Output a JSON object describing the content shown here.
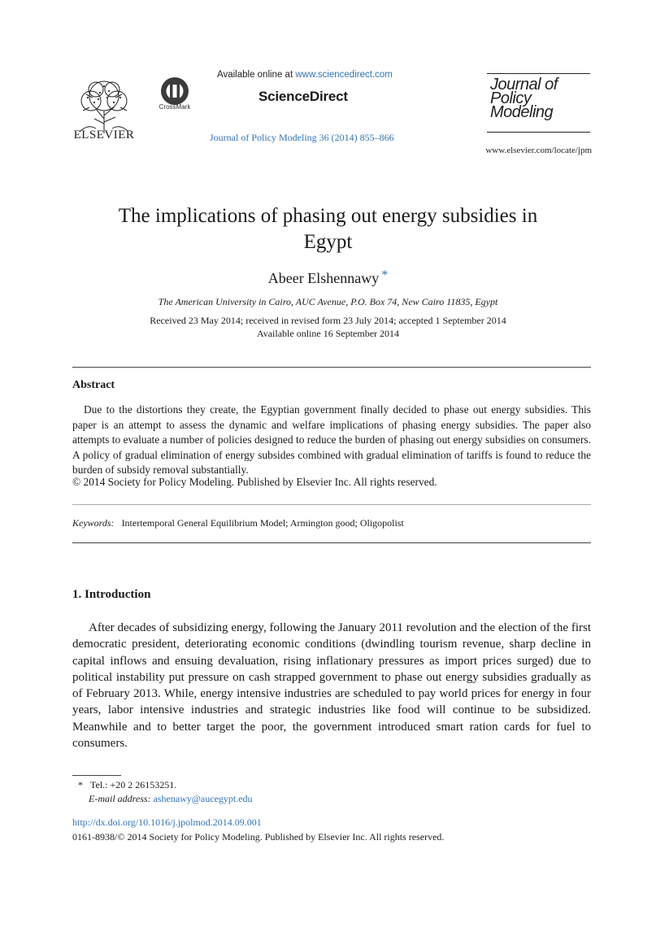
{
  "header": {
    "publisher_logo_text": "ELSEVIER",
    "crossmark_label": "CrossMark",
    "available_online_prefix": "Available online at",
    "available_online_link": "www.sciencedirect.com",
    "platform_name": "ScienceDirect",
    "journal_reference": "Journal of Policy Modeling 36 (2014) 855–866",
    "journal_logo_lines": [
      "Journal of",
      "Policy",
      "Modeling"
    ],
    "journal_url": "www.elsevier.com/locate/jpm"
  },
  "article": {
    "title_line1": "The implications of phasing out energy subsidies in",
    "title_line2": "Egypt",
    "author": "Abeer Elshennawy",
    "author_mark": "*",
    "affiliation": "The American University in Cairo, AUC Avenue, P.O. Box 74, New Cairo 11835, Egypt",
    "dates_line1": "Received 23 May 2014; received in revised form 23 July 2014; accepted 1 September 2014",
    "dates_line2": "Available online 16 September 2014"
  },
  "abstract": {
    "heading": "Abstract",
    "text": "Due to the distortions they create, the Egyptian government finally decided to phase out energy subsidies. This paper is an attempt to assess the dynamic and welfare implications of phasing energy subsidies. The paper also attempts to evaluate a number of policies designed to reduce the burden of phasing out energy subsidies on consumers. A policy of gradual elimination of energy subsides combined with gradual elimination of tariffs is found to reduce the burden of subsidy removal substantially.",
    "copyright": "© 2014 Society for Policy Modeling. Published by Elsevier Inc. All rights reserved."
  },
  "keywords": {
    "label": "Keywords:",
    "items": "Intertemporal General Equilibrium Model; Armington good; Oligopolist"
  },
  "introduction": {
    "heading": "1.  Introduction",
    "text": "After decades of subsidizing energy, following the January 2011 revolution and the election of the first democratic president, deteriorating economic conditions (dwindling tourism revenue, sharp decline in capital inflows and ensuing devaluation, rising inflationary pressures as import prices surged) due to political instability put pressure on cash strapped government to phase out energy subsidies gradually as of February 2013. While, energy intensive industries are scheduled to pay world prices for energy in four years, labor intensive industries and strategic industries like food will continue to be subsidized. Meanwhile and to better target the poor, the government introduced smart ration cards for fuel to consumers."
  },
  "footnotes": {
    "mark": "*",
    "tel": "Tel.: +20 2 26153251.",
    "email_label": "E-mail address:",
    "email": "ashenawy@aucegypt.edu",
    "doi": "http://dx.doi.org/10.1016/j.jpolmod.2014.09.001",
    "issn_line": "0161-8938/© 2014 Society for Policy Modeling. Published by Elsevier Inc. All rights reserved."
  },
  "colors": {
    "link": "#2f73b4",
    "text": "#1a1a1a"
  }
}
